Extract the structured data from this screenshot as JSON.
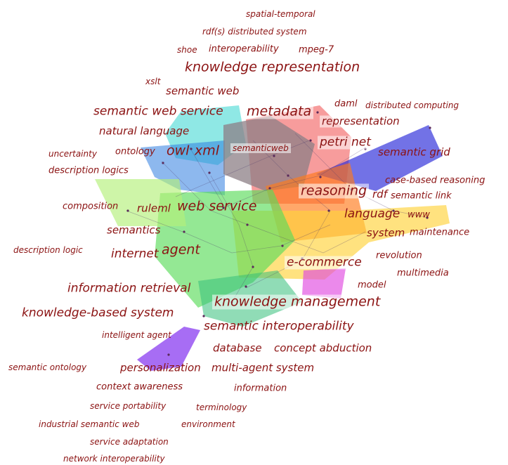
{
  "labels": {
    "spatial_temporal": "spatial-temporal",
    "rdfs_distributed_system": "rdf(s) distributed system",
    "shoe": "shoe",
    "interoperability": "interoperability",
    "mpeg7": "mpeg-7",
    "knowledge_representation": "knowledge representation",
    "xslt": "xslt",
    "semantic_web": "semantic web",
    "daml": "daml",
    "distributed_computing": "distributed computing",
    "semantic_web_service": "semantic web service",
    "metadata": "metadata",
    "representation": "representation",
    "natural_language": "natural language",
    "petri_net": "petri net",
    "uncertainty": "uncertainty",
    "ontology": "ontology",
    "owl": "owl",
    "xml": "xml",
    "semanticweb": "semanticweb",
    "semantic_grid": "semantic grid",
    "description_logics": "description logics",
    "case_based_reasoning": "case-based reasoning",
    "reasoning": "reasoning",
    "rdf": "rdf",
    "semantic_link": "semantic link",
    "composition": "composition",
    "ruleml": "ruleml",
    "web_service": "web service",
    "language": "language",
    "www": "www",
    "semantics": "semantics",
    "system": "system",
    "maintenance": "maintenance",
    "description_logic": "description logic",
    "internet": "internet",
    "agent": "agent",
    "revolution": "revolution",
    "e_commerce": "e-commerce",
    "multimedia": "multimedia",
    "information_retrieval": "information retrieval",
    "model": "model",
    "knowledge_management": "knowledge management",
    "knowledge_based_system": "knowledge-based system",
    "semantic_interoperability": "semantic interoperability",
    "intelligent_agent": "intelligent agent",
    "database": "database",
    "concept_abduction": "concept abduction",
    "semantic_ontology": "semantic ontology",
    "personalization": "personalization",
    "multi_agent_system": "multi-agent system",
    "context_awareness": "context awareness",
    "information": "information",
    "service_portability": "service portability",
    "terminology": "terminology",
    "industrial_semantic_web": "industrial semantic web",
    "environment": "environment",
    "service_adaptation": "service adaptation",
    "network_interoperability": "network interoperability"
  },
  "clusters": [
    {
      "color": "#33d6d0"
    },
    {
      "color": "#2f7de0"
    },
    {
      "color": "#8c7f86"
    },
    {
      "color": "#f04a4a"
    },
    {
      "color": "#2626d9"
    },
    {
      "color": "#ff7a1a"
    },
    {
      "color": "#5bdc5b"
    },
    {
      "color": "#b4f07a"
    },
    {
      "color": "#ffd23a"
    },
    {
      "color": "#e04ae0"
    },
    {
      "color": "#8a3cf0"
    },
    {
      "color": "#35c07a"
    }
  ]
}
